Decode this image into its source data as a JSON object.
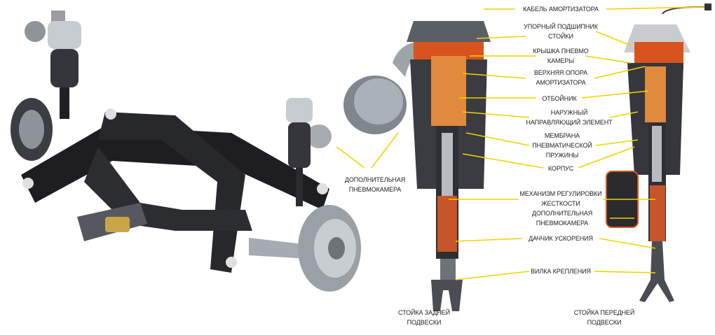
{
  "labels": {
    "cable": [
      "КАБЕЛЬ АМОРТИЗАТОРА"
    ],
    "bearing": [
      "УПОРНЫЙ ПОДШИПНИК",
      "СТОЙКИ"
    ],
    "cover": [
      "КРЫШКА ПНЕВМО",
      "КАМЕРЫ"
    ],
    "upper_mount": [
      "ВЕРХНЯЯ ОПОРА",
      "АМОРТИЗАТОРА"
    ],
    "bump_stop": [
      "ОТБОЙНИК"
    ],
    "outer_guide": [
      "НАРУЖНЫЙ",
      "НАПРАВЛЯЮЩИЙ ЭЛЕМЕНТ"
    ],
    "membrane": [
      "МЕМБРАНА",
      "ПНЕВМАТИЧЕСКОЙ",
      "ПРУЖИНЫ"
    ],
    "housing": [
      "КОРПУС"
    ],
    "damping_mechanism": [
      "МЕХАНИЗМ РЕГУЛИРОВКИ",
      "ЖЕСТКОСТИ"
    ],
    "extra_chamber_right": [
      "ДОПОЛНИТЕЛЬНАЯ",
      "ПНЕВМОКАМЕРА"
    ],
    "accel_sensor": [
      "ДАЧЧИК УСКОРЕНИЯ"
    ],
    "fork": [
      "ВИЛКА КРЕПЛЕНИЯ"
    ],
    "rear_strut": [
      "СТОЙКА ЗАДНЕЙ",
      "ПОДВЕСКИ"
    ],
    "front_strut": [
      "СТОЙКА ПЕРЕДНЕЙ",
      "ПОДВЕСКИ"
    ],
    "extra_chamber_left": [
      "ДОПОЛНИТЕЛЬНАЯ",
      "ПНЕВМОКАМЕРА"
    ]
  },
  "colors": {
    "leader": "#f2d200",
    "frame": "#1e1e22",
    "cutaway": "#d8541e",
    "metal": "#b9bec4"
  }
}
